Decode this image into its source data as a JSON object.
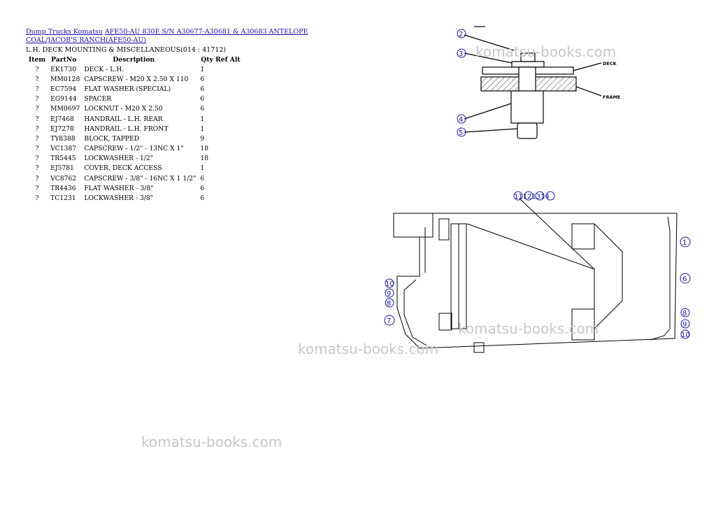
{
  "breadcrumb": {
    "link1": "Dump Trucks Komatsu",
    "link2": "AFE50-AU 830E S/N A30677-A30681 & A30683 ANTELOPE COAL/JACOB'S RANCH(AFE50-AU)"
  },
  "subtitle": "L.H. DECK MOUNTING & MISCELLANEOUS(014 : 41712)",
  "table": {
    "headers": {
      "item": "Item",
      "part": "PartNo",
      "desc": "Description",
      "qty": "Qty Ref Alt"
    },
    "rows": [
      {
        "item": "?",
        "part": "EK1730",
        "desc": "DECK - L.H.",
        "qty": "1"
      },
      {
        "item": "?",
        "part": "MM0128",
        "desc": "CAPSCREW - M20 X 2.50 X 110",
        "qty": "6"
      },
      {
        "item": "?",
        "part": "EC7594",
        "desc": "FLAT WASHER (SPECIAL)",
        "qty": "6"
      },
      {
        "item": "?",
        "part": "EG9144",
        "desc": "SPACER",
        "qty": "6"
      },
      {
        "item": "?",
        "part": "MM0697",
        "desc": "LOCKNUT - M20 X 2.50",
        "qty": "6"
      },
      {
        "item": "?",
        "part": "EJ7468",
        "desc": "HANDRAIL - L.H. REAR",
        "qty": "1"
      },
      {
        "item": "?",
        "part": "EJ7278",
        "desc": "HANDRAIL - L.H. FRONT",
        "qty": "1"
      },
      {
        "item": "?",
        "part": "TY8388",
        "desc": "BLOCK, TAPPED",
        "qty": "9"
      },
      {
        "item": "?",
        "part": "VC1387",
        "desc": "CAPSCREW - 1/2\" - 13NC X 1\"",
        "qty": "18"
      },
      {
        "item": "?",
        "part": "TR5445",
        "desc": "LOCKWASHER - 1/2\"",
        "qty": "18"
      },
      {
        "item": "?",
        "part": "EJ5781",
        "desc": "COVER, DECK ACCESS",
        "qty": "1"
      },
      {
        "item": "?",
        "part": "VC8762",
        "desc": "CAPSCREW - 3/8\" - 16NC X 1 1/2\"",
        "qty": "6"
      },
      {
        "item": "?",
        "part": "TR4436",
        "desc": "FLAT WASHER - 3/8\"",
        "qty": "6"
      },
      {
        "item": "?",
        "part": "TC1231",
        "desc": "LOCKWASHER - 3/8\"",
        "qty": "6"
      }
    ]
  },
  "watermark": "komatsu-books.com",
  "diagram": {
    "labels": {
      "deck": "DECK",
      "frame": "FRAME"
    },
    "callouts": {
      "top_a": "2",
      "top_b": "3",
      "top_c": "4",
      "top_d": "5",
      "cluster": "11121314",
      "r1": "1",
      "r2": "6",
      "r3": "8",
      "r4": "9",
      "r5": "10",
      "l1": "10",
      "l2": "9",
      "l3": "8",
      "l4": "7"
    }
  }
}
